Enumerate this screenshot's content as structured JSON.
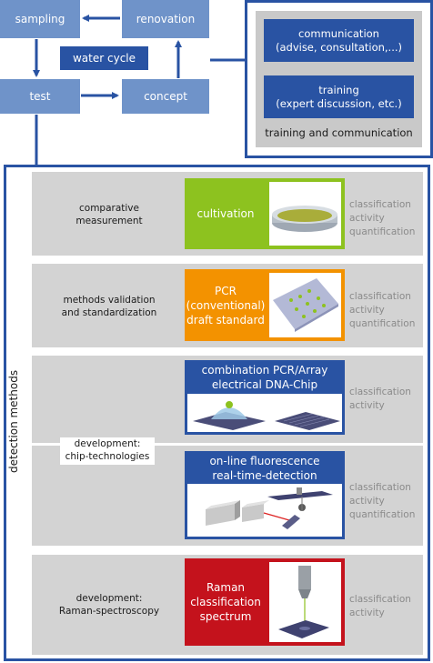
{
  "water_cycle": {
    "sampling": "sampling",
    "renovation": "renovation",
    "test": "test",
    "concept": "concept",
    "label": "water cycle"
  },
  "training_communication": {
    "communication": [
      "communication",
      "(advise, consultation,...)"
    ],
    "training": [
      "training",
      "(expert discussion, etc.)"
    ],
    "caption": "training and communication"
  },
  "detection": {
    "title": "detection methods",
    "rows": [
      {
        "label": [
          "comparative",
          "measurement"
        ],
        "method": [
          "cultivation"
        ],
        "outputs": [
          "classification",
          "activity",
          "quantification"
        ]
      },
      {
        "label": [
          "methods validation",
          "and standardization"
        ],
        "method": [
          "PCR",
          "(conventional)",
          "draft standard"
        ],
        "outputs": [
          "classification",
          "activity",
          "quantification"
        ]
      },
      {
        "method": [
          "combination PCR/Array",
          "electrical DNA-Chip"
        ],
        "outputs": [
          "classification",
          "activity"
        ]
      },
      {
        "method": [
          "on-line fluorescence",
          "real-time-detection"
        ],
        "outputs": [
          "classification",
          "activity",
          "quantification"
        ]
      },
      {
        "label": [
          "development:",
          "Raman-spectroscopy"
        ],
        "method": [
          "Raman",
          "classification",
          "spectrum"
        ],
        "outputs": [
          "classification",
          "activity"
        ]
      }
    ],
    "chip_label": [
      "development:",
      "chip-technologies"
    ]
  },
  "colors": {
    "cycle_box": "#6f93c9",
    "dark_blue": "#2953a3",
    "green": "#8dc21f",
    "orange": "#f39200",
    "red": "#c4121c",
    "grey": "#d3d3d3"
  }
}
